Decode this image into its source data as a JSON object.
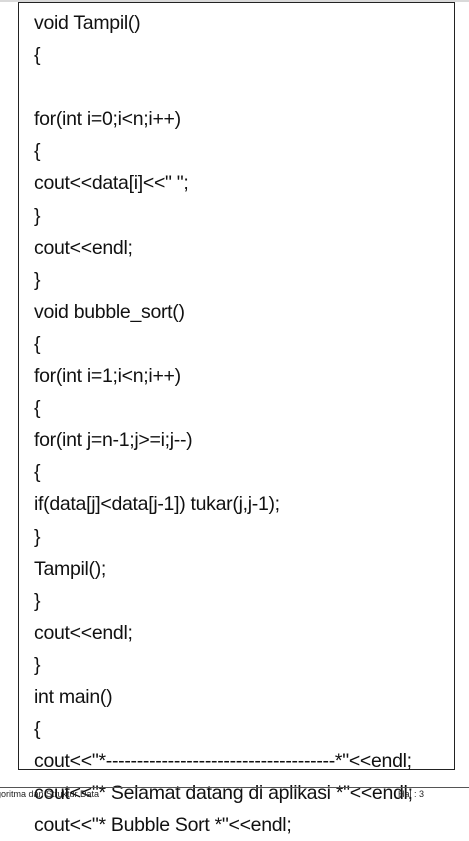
{
  "code": {
    "lines": [
      "void Tampil()",
      "{",
      "",
      "for(int i=0;i<n;i++)",
      "{",
      "cout<<data[i]<<\" \";",
      "}",
      "cout<<endl;",
      "}",
      "void bubble_sort()",
      "{",
      "for(int i=1;i<n;i++)",
      "{",
      "for(int j=n-1;j>=i;j--)",
      "{",
      "if(data[j]<data[j-1]) tukar(j,j-1);",
      "}",
      "Tampil();",
      "}",
      "cout<<endl;",
      "}",
      "int main()",
      "{",
      "cout<<\"*-------------------------------------*\"<<endl;",
      "cout<<\"* Selamat datang di aplikasi *\"<<endl;",
      "cout<<\"* Bubble Sort *\"<<endl;"
    ]
  },
  "footer": {
    "left_text": "lgoritma dan Struktur Data",
    "right_text": "Hal : 3"
  }
}
